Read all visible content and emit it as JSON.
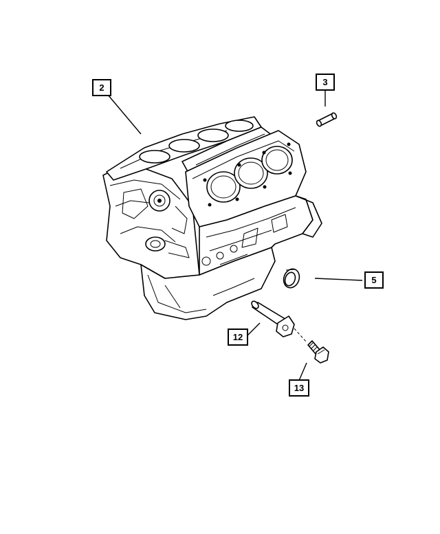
{
  "callouts": [
    {
      "id": "2",
      "label": "2"
    },
    {
      "id": "3",
      "label": "3"
    },
    {
      "id": "5",
      "label": "5"
    },
    {
      "id": "12",
      "label": "12"
    },
    {
      "id": "13",
      "label": "13"
    }
  ],
  "colors": {
    "ink": "#000000",
    "paper": "#ffffff"
  }
}
